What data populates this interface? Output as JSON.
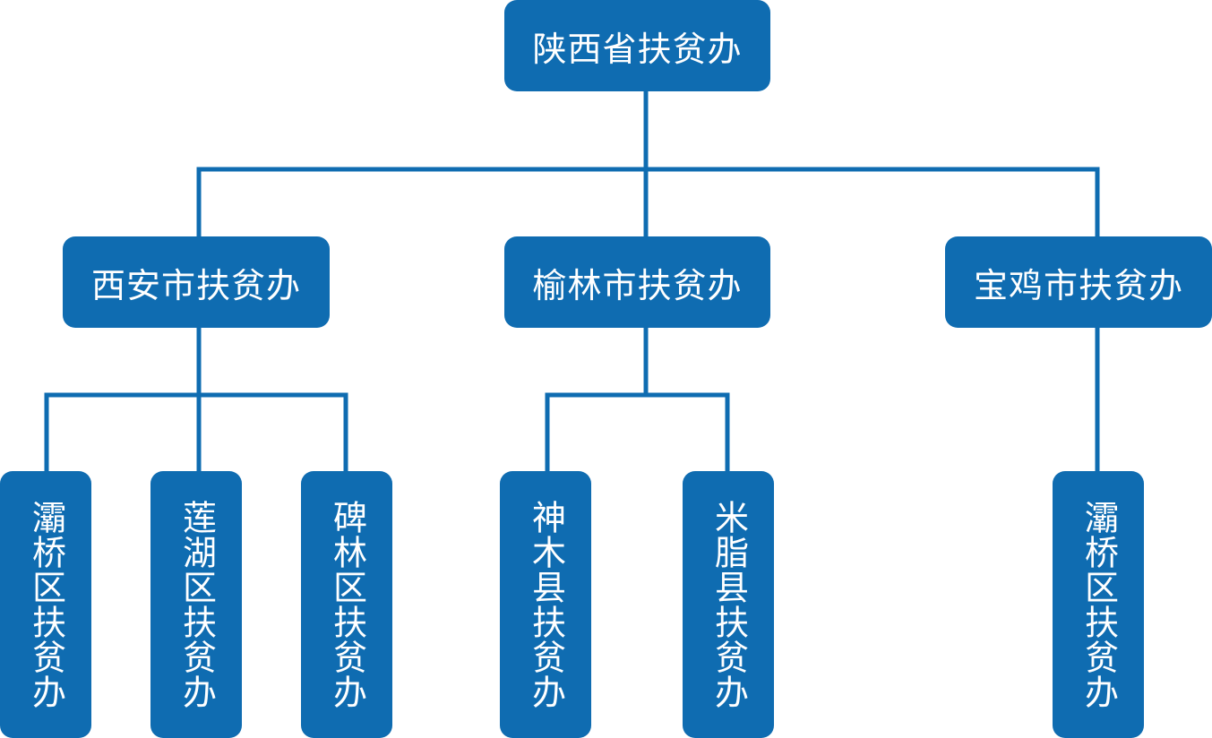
{
  "colors": {
    "node_fill": "#0f6cb1",
    "connector": "#0f6cb1",
    "text": "#ffffff"
  },
  "org": {
    "root": "陕西省扶贫办",
    "cities": {
      "xian": "西安市扶贫办",
      "yulin": "榆林市扶贫办",
      "baoji": "宝鸡市扶贫办"
    },
    "districts": {
      "baqiao": "灞桥区扶贫办",
      "lianhu": "莲湖区扶贫办",
      "beilin": "碑林区扶贫办",
      "shenmu": "神木县扶贫办",
      "mizhi": "米脂县扶贫办",
      "baqiao_baoji": "灞桥区扶贫办"
    }
  }
}
